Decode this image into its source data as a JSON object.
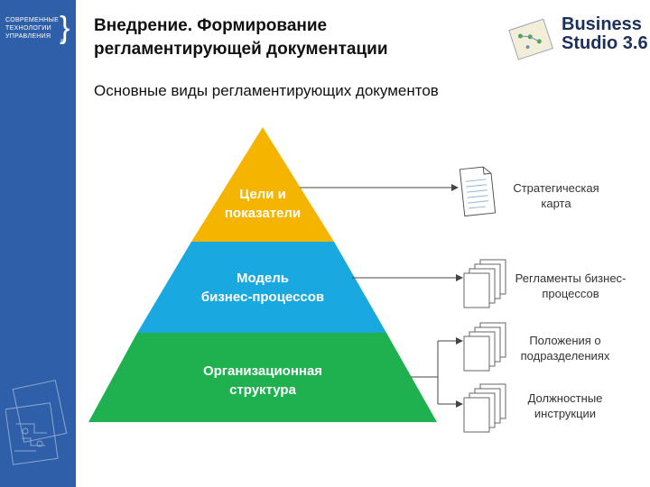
{
  "sidebar": {
    "logo_lines": [
      "СОВРЕМЕННЫЕ",
      "ТЕХНОЛОГИИ",
      "УПРАВЛЕНИЯ"
    ],
    "brace": "}",
    "reg": "®"
  },
  "header": {
    "title_lines": [
      "Внедрение. Формирование",
      "регламентирующей документации"
    ],
    "brand_lines": [
      "Business",
      "Studio 3.6"
    ]
  },
  "subtitle": "Основные виды  регламентирующих документов",
  "colors": {
    "sidebar": "#2e5fa8",
    "level_top": "#f4b400",
    "level_middle": "#1aa8e0",
    "level_bottom": "#1fb04f",
    "brand": "#1a2f5c"
  },
  "pyramid": {
    "top_lines": [
      "Цели и",
      "показатели"
    ],
    "middle_lines": [
      "Модель",
      "бизнес-процессов"
    ],
    "bottom_lines": [
      "Организационная",
      "структура"
    ]
  },
  "documents": [
    {
      "icon": "strategy-map-document-icon",
      "lines": [
        "Стратегическая",
        "карта"
      ]
    },
    {
      "icon": "regulations-documents-icon",
      "lines": [
        "Регламенты бизнес-",
        "процессов"
      ]
    },
    {
      "icon": "department-regulations-documents-icon",
      "lines": [
        "Положения о",
        "подразделениях"
      ]
    },
    {
      "icon": "job-descriptions-documents-icon",
      "lines": [
        "Должностные",
        "инструкции"
      ]
    }
  ]
}
